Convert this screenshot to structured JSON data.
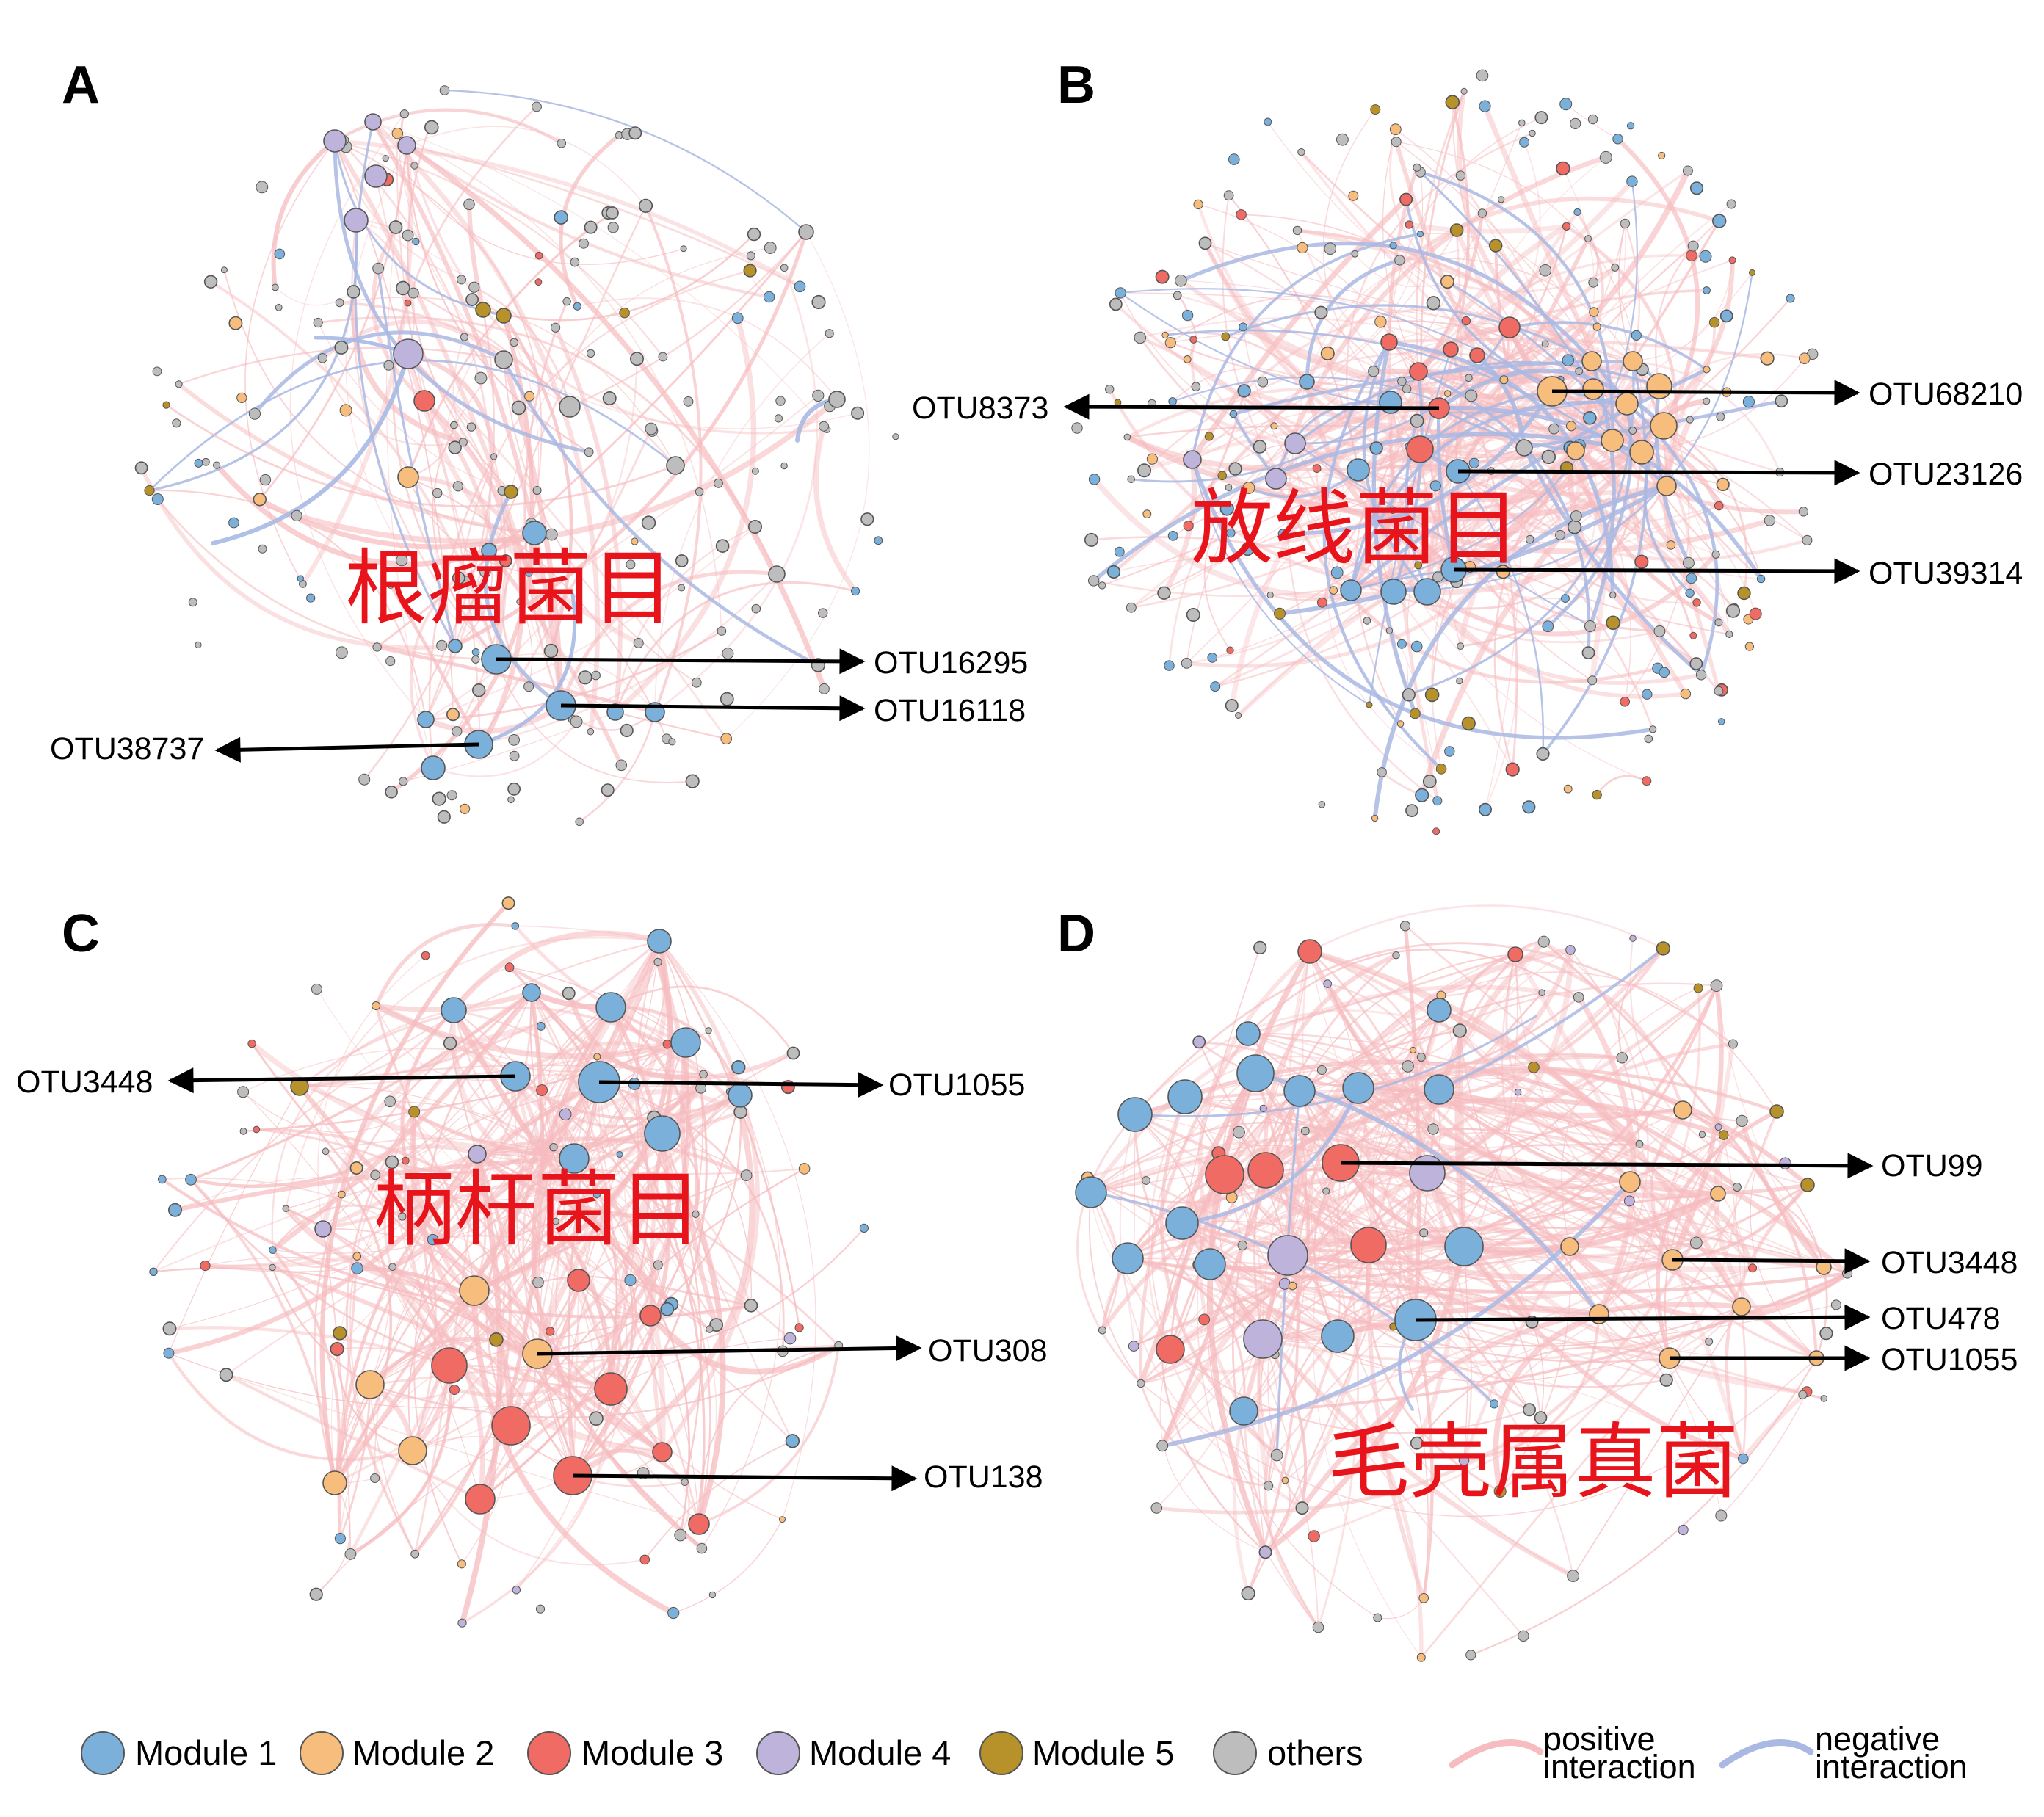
{
  "colors": {
    "module1": "#7ab0d9",
    "module2": "#f6bd7d",
    "module3": "#ef6b63",
    "module4": "#bdb3db",
    "module5": "#b7922a",
    "others": "#bdbdbd",
    "positive": "#f6bcbf",
    "negative": "#a9b9e3",
    "taxon": "#e8141b"
  },
  "panels": [
    {
      "letter": "A",
      "taxon": "根瘤菌目",
      "labels": [
        "OTU16295",
        "OTU16118",
        "OTU38737"
      ]
    },
    {
      "letter": "B",
      "taxon": "放线菌目",
      "labels": [
        "OTU8373",
        "OTU68210",
        "OTU23126",
        "OTU39314"
      ]
    },
    {
      "letter": "C",
      "taxon": "柄杆菌目",
      "labels": [
        "OTU3448",
        "OTU1055",
        "OTU308",
        "OTU138"
      ]
    },
    {
      "letter": "D",
      "taxon": "毛壳属真菌",
      "labels": [
        "OTU99",
        "OTU3448",
        "OTU478",
        "OTU1055"
      ]
    }
  ],
  "legend": {
    "modules": [
      "Module 1",
      "Module 2",
      "Module 3",
      "Module 4",
      "Module 5",
      "others"
    ],
    "positive": [
      "positive",
      "interaction"
    ],
    "negative": [
      "negative",
      "interaction"
    ]
  }
}
